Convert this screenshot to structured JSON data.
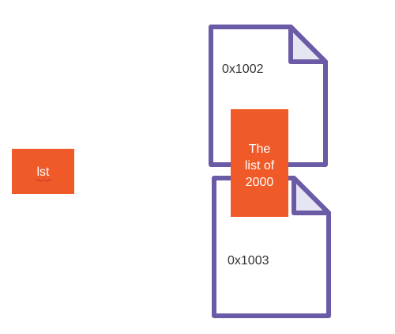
{
  "diagram": {
    "variable": {
      "label": "lst"
    },
    "pages": [
      {
        "address": "0x1002"
      },
      {
        "address": "0x1003"
      }
    ],
    "object": {
      "line1": "The",
      "line2": "list of",
      "line3": "2000"
    },
    "colors": {
      "variable_box": "#F05A28",
      "object_box": "#F05A28",
      "page_stroke": "#6B5AA6",
      "page_fold_fill": "#E6E6F2",
      "page_fill": "#FFFFFF",
      "box_text": "#FFFFFF",
      "page_text": "#333333"
    }
  }
}
